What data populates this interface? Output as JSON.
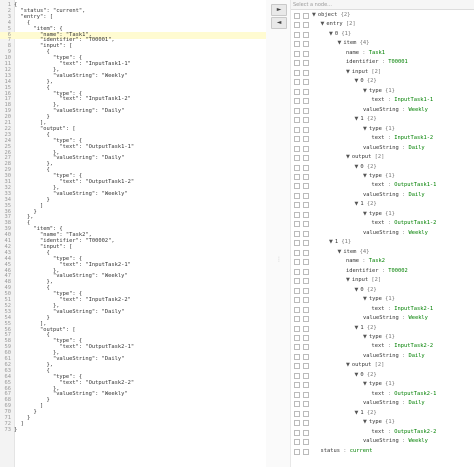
{
  "code_lines": [
    {
      "n": "1",
      "t": "{"
    },
    {
      "n": "2",
      "t": "  \"status\": \"current\","
    },
    {
      "n": "3",
      "t": "  \"entry\": ["
    },
    {
      "n": "4",
      "t": "    {"
    },
    {
      "n": "5",
      "t": "      \"item\": {"
    },
    {
      "n": "6",
      "t": "        \"name\": \"Task1\","
    },
    {
      "n": "7",
      "t": "        \"identifier\": \"T00001\","
    },
    {
      "n": "8",
      "t": "        \"input\": ["
    },
    {
      "n": "9",
      "t": "          {"
    },
    {
      "n": "10",
      "t": "            \"type\": {"
    },
    {
      "n": "11",
      "t": "              \"text\": \"InputTask1-1\""
    },
    {
      "n": "12",
      "t": "            },"
    },
    {
      "n": "13",
      "t": "            \"valueString\": \"Weekly\""
    },
    {
      "n": "14",
      "t": "          },"
    },
    {
      "n": "15",
      "t": "          {"
    },
    {
      "n": "16",
      "t": "            \"type\": {"
    },
    {
      "n": "17",
      "t": "              \"text\": \"InputTask1-2\""
    },
    {
      "n": "18",
      "t": "            },"
    },
    {
      "n": "19",
      "t": "            \"valueString\": \"Daily\""
    },
    {
      "n": "20",
      "t": "          }"
    },
    {
      "n": "21",
      "t": "        ],"
    },
    {
      "n": "22",
      "t": "        \"output\": ["
    },
    {
      "n": "23",
      "t": "          {"
    },
    {
      "n": "24",
      "t": "            \"type\": {"
    },
    {
      "n": "25",
      "t": "              \"text\": \"OutputTask1-1\""
    },
    {
      "n": "26",
      "t": "            },"
    },
    {
      "n": "27",
      "t": "            \"valueString\": \"Daily\""
    },
    {
      "n": "28",
      "t": "          },"
    },
    {
      "n": "29",
      "t": "          {"
    },
    {
      "n": "30",
      "t": "            \"type\": {"
    },
    {
      "n": "31",
      "t": "              \"text\": \"OutputTask1-2\""
    },
    {
      "n": "32",
      "t": "            },"
    },
    {
      "n": "33",
      "t": "            \"valueString\": \"Weekly\""
    },
    {
      "n": "34",
      "t": "          }"
    },
    {
      "n": "35",
      "t": "        ]"
    },
    {
      "n": "36",
      "t": "      }"
    },
    {
      "n": "37",
      "t": "    },"
    },
    {
      "n": "38",
      "t": "    {"
    },
    {
      "n": "39",
      "t": "      \"item\": {"
    },
    {
      "n": "40",
      "t": "        \"name\": \"Task2\","
    },
    {
      "n": "41",
      "t": "        \"identifier\": \"T00002\","
    },
    {
      "n": "42",
      "t": "        \"input\": ["
    },
    {
      "n": "43",
      "t": "          {"
    },
    {
      "n": "44",
      "t": "            \"type\": {"
    },
    {
      "n": "45",
      "t": "              \"text\": \"InputTask2-1\""
    },
    {
      "n": "46",
      "t": "            },"
    },
    {
      "n": "47",
      "t": "            \"valueString\": \"Weekly\""
    },
    {
      "n": "48",
      "t": "          },"
    },
    {
      "n": "49",
      "t": "          {"
    },
    {
      "n": "50",
      "t": "            \"type\": {"
    },
    {
      "n": "51",
      "t": "              \"text\": \"InputTask2-2\""
    },
    {
      "n": "52",
      "t": "            },"
    },
    {
      "n": "53",
      "t": "            \"valueString\": \"Daily\""
    },
    {
      "n": "54",
      "t": "          }"
    },
    {
      "n": "55",
      "t": "        ],"
    },
    {
      "n": "56",
      "t": "        \"output\": ["
    },
    {
      "n": "57",
      "t": "          {"
    },
    {
      "n": "58",
      "t": "            \"type\": {"
    },
    {
      "n": "59",
      "t": "              \"text\": \"OutputTask2-1\""
    },
    {
      "n": "60",
      "t": "            },"
    },
    {
      "n": "61",
      "t": "            \"valueString\": \"Daily\""
    },
    {
      "n": "62",
      "t": "          },"
    },
    {
      "n": "63",
      "t": "          {"
    },
    {
      "n": "64",
      "t": "            \"type\": {"
    },
    {
      "n": "65",
      "t": "              \"text\": \"OutputTask2-2\""
    },
    {
      "n": "66",
      "t": "            },"
    },
    {
      "n": "67",
      "t": "            \"valueString\": \"Weekly\""
    },
    {
      "n": "68",
      "t": "          }"
    },
    {
      "n": "69",
      "t": "        ]"
    },
    {
      "n": "70",
      "t": "      }"
    },
    {
      "n": "71",
      "t": "    }"
    },
    {
      "n": "72",
      "t": "  ]"
    },
    {
      "n": "73",
      "t": "}"
    }
  ],
  "active_line": "6",
  "divider": {
    "to_tree_glyph": "►",
    "to_code_glyph": "◄",
    "grip_glyph": "⋮"
  },
  "tree": {
    "search_placeholder": "Select a node...",
    "expanded_glyph": "▼",
    "separator": " : ",
    "nodes": [
      {
        "depth": 0,
        "toggle": true,
        "key": "object",
        "count": "{2}",
        "kind": "container"
      },
      {
        "depth": 1,
        "toggle": true,
        "key": "entry",
        "count": "[2]",
        "kind": "container"
      },
      {
        "depth": 2,
        "toggle": true,
        "key": "0",
        "count": "{1}",
        "kind": "container"
      },
      {
        "depth": 3,
        "toggle": true,
        "key": "item",
        "count": "{4}",
        "kind": "container"
      },
      {
        "depth": 4,
        "toggle": false,
        "key": "name",
        "value": "Task1",
        "kind": "leaf"
      },
      {
        "depth": 4,
        "toggle": false,
        "key": "identifier",
        "value": "T00001",
        "kind": "leaf"
      },
      {
        "depth": 4,
        "toggle": true,
        "key": "input",
        "count": "[2]",
        "kind": "container"
      },
      {
        "depth": 5,
        "toggle": true,
        "key": "0",
        "count": "{2}",
        "kind": "container"
      },
      {
        "depth": 6,
        "toggle": true,
        "key": "type",
        "count": "{1}",
        "kind": "container"
      },
      {
        "depth": 7,
        "toggle": false,
        "key": "text",
        "value": "InputTask1-1",
        "kind": "leaf"
      },
      {
        "depth": 6,
        "toggle": false,
        "key": "valueString",
        "value": "Weekly",
        "kind": "leaf"
      },
      {
        "depth": 5,
        "toggle": true,
        "key": "1",
        "count": "{2}",
        "kind": "container"
      },
      {
        "depth": 6,
        "toggle": true,
        "key": "type",
        "count": "{1}",
        "kind": "container"
      },
      {
        "depth": 7,
        "toggle": false,
        "key": "text",
        "value": "InputTask1-2",
        "kind": "leaf"
      },
      {
        "depth": 6,
        "toggle": false,
        "key": "valueString",
        "value": "Daily",
        "kind": "leaf"
      },
      {
        "depth": 4,
        "toggle": true,
        "key": "output",
        "count": "[2]",
        "kind": "container"
      },
      {
        "depth": 5,
        "toggle": true,
        "key": "0",
        "count": "{2}",
        "kind": "container"
      },
      {
        "depth": 6,
        "toggle": true,
        "key": "type",
        "count": "{1}",
        "kind": "container"
      },
      {
        "depth": 7,
        "toggle": false,
        "key": "text",
        "value": "OutputTask1-1",
        "kind": "leaf"
      },
      {
        "depth": 6,
        "toggle": false,
        "key": "valueString",
        "value": "Daily",
        "kind": "leaf"
      },
      {
        "depth": 5,
        "toggle": true,
        "key": "1",
        "count": "{2}",
        "kind": "container"
      },
      {
        "depth": 6,
        "toggle": true,
        "key": "type",
        "count": "{1}",
        "kind": "container"
      },
      {
        "depth": 7,
        "toggle": false,
        "key": "text",
        "value": "OutputTask1-2",
        "kind": "leaf"
      },
      {
        "depth": 6,
        "toggle": false,
        "key": "valueString",
        "value": "Weekly",
        "kind": "leaf"
      },
      {
        "depth": 2,
        "toggle": true,
        "key": "1",
        "count": "{1}",
        "kind": "container"
      },
      {
        "depth": 3,
        "toggle": true,
        "key": "item",
        "count": "{4}",
        "kind": "container"
      },
      {
        "depth": 4,
        "toggle": false,
        "key": "name",
        "value": "Task2",
        "kind": "leaf"
      },
      {
        "depth": 4,
        "toggle": false,
        "key": "identifier",
        "value": "T00002",
        "kind": "leaf"
      },
      {
        "depth": 4,
        "toggle": true,
        "key": "input",
        "count": "[2]",
        "kind": "container"
      },
      {
        "depth": 5,
        "toggle": true,
        "key": "0",
        "count": "{2}",
        "kind": "container"
      },
      {
        "depth": 6,
        "toggle": true,
        "key": "type",
        "count": "{1}",
        "kind": "container"
      },
      {
        "depth": 7,
        "toggle": false,
        "key": "text",
        "value": "InputTask2-1",
        "kind": "leaf"
      },
      {
        "depth": 6,
        "toggle": false,
        "key": "valueString",
        "value": "Weekly",
        "kind": "leaf"
      },
      {
        "depth": 5,
        "toggle": true,
        "key": "1",
        "count": "{2}",
        "kind": "container"
      },
      {
        "depth": 6,
        "toggle": true,
        "key": "type",
        "count": "{1}",
        "kind": "container"
      },
      {
        "depth": 7,
        "toggle": false,
        "key": "text",
        "value": "InputTask2-2",
        "kind": "leaf"
      },
      {
        "depth": 6,
        "toggle": false,
        "key": "valueString",
        "value": "Daily",
        "kind": "leaf"
      },
      {
        "depth": 4,
        "toggle": true,
        "key": "output",
        "count": "[2]",
        "kind": "container"
      },
      {
        "depth": 5,
        "toggle": true,
        "key": "0",
        "count": "{2}",
        "kind": "container"
      },
      {
        "depth": 6,
        "toggle": true,
        "key": "type",
        "count": "{1}",
        "kind": "container"
      },
      {
        "depth": 7,
        "toggle": false,
        "key": "text",
        "value": "OutputTask2-1",
        "kind": "leaf"
      },
      {
        "depth": 6,
        "toggle": false,
        "key": "valueString",
        "value": "Daily",
        "kind": "leaf"
      },
      {
        "depth": 5,
        "toggle": true,
        "key": "1",
        "count": "{2}",
        "kind": "container"
      },
      {
        "depth": 6,
        "toggle": true,
        "key": "type",
        "count": "{1}",
        "kind": "container"
      },
      {
        "depth": 7,
        "toggle": false,
        "key": "text",
        "value": "OutputTask2-2",
        "kind": "leaf"
      },
      {
        "depth": 6,
        "toggle": false,
        "key": "valueString",
        "value": "Weekly",
        "kind": "leaf"
      },
      {
        "depth": 1,
        "toggle": false,
        "key": "status",
        "value": "current",
        "kind": "leaf"
      }
    ]
  },
  "colors": {
    "value_text": "#008000",
    "active_line_bg": "#fffbd1",
    "gutter_bg": "#f3f3f3"
  }
}
